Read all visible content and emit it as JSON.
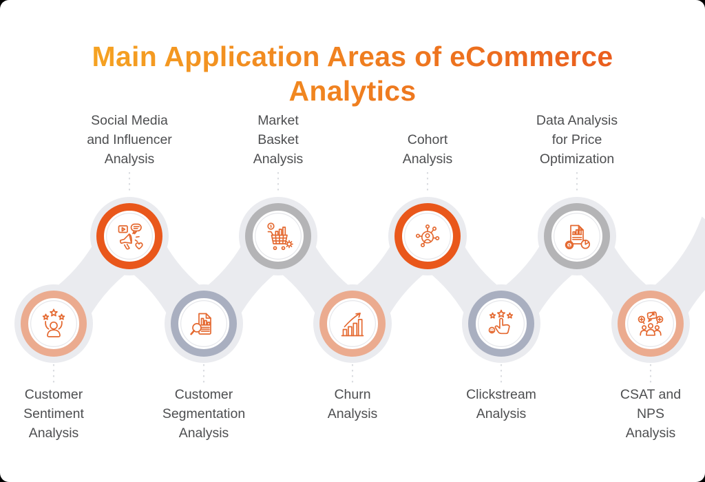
{
  "title": {
    "text": "Main Application Areas of eCommerce Analytics",
    "line1": "Main Application Areas of eCommerce",
    "line2": "Analytics",
    "gradient_start": "#F6A722",
    "gradient_end": "#E95A1D"
  },
  "colors": {
    "ring_orange": "#E9571B",
    "ring_peach": "#EBAB8F",
    "ring_blue_gray": "#A9AFC0",
    "ring_gray": "#B4B4B6",
    "icon_stroke": "#E4682F",
    "connector": "#EAEBEF",
    "dotted_line": "#D9DBDF",
    "label_text": "#4D4E50",
    "corner_mark": "#000000"
  },
  "nodes": [
    {
      "label": "Customer Sentiment Analysis",
      "lines": [
        "Customer",
        "Sentiment",
        "Analysis"
      ],
      "ring": "peach",
      "row": "bottom",
      "icon": "customer-sentiment-icon"
    },
    {
      "label": "Social Media and Influencer Analysis",
      "lines": [
        "Social Media",
        "and Influencer",
        "Analysis"
      ],
      "ring": "orange",
      "row": "top",
      "icon": "social-media-influencer-icon"
    },
    {
      "label": "Customer Segmentation Analysis",
      "lines": [
        "Customer",
        "Segmentation",
        "Analysis"
      ],
      "ring": "blue_gray",
      "row": "bottom",
      "icon": "customer-segmentation-icon"
    },
    {
      "label": "Market Basket Analysis",
      "lines": [
        "Market",
        "Basket",
        "Analysis"
      ],
      "ring": "gray",
      "row": "top",
      "icon": "market-basket-icon"
    },
    {
      "label": "Churn Analysis",
      "lines": [
        "Churn",
        "Analysis"
      ],
      "ring": "peach",
      "row": "bottom",
      "icon": "churn-icon"
    },
    {
      "label": "Cohort Analysis",
      "lines": [
        "Cohort",
        "Analysis"
      ],
      "ring": "orange",
      "row": "top",
      "icon": "cohort-icon"
    },
    {
      "label": "Clickstream Analysis",
      "lines": [
        "Clickstream",
        "Analysis"
      ],
      "ring": "blue_gray",
      "row": "bottom",
      "icon": "clickstream-icon"
    },
    {
      "label": "Data Analysis for Price Optimization",
      "lines": [
        "Data Analysis",
        "for Price",
        "Optimization"
      ],
      "ring": "gray",
      "row": "top",
      "icon": "price-optimization-icon"
    },
    {
      "label": "CSAT and NPS Analysis",
      "lines": [
        "CSAT and",
        "NPS",
        "Analysis"
      ],
      "ring": "peach",
      "row": "bottom",
      "icon": "csat-nps-icon"
    }
  ]
}
